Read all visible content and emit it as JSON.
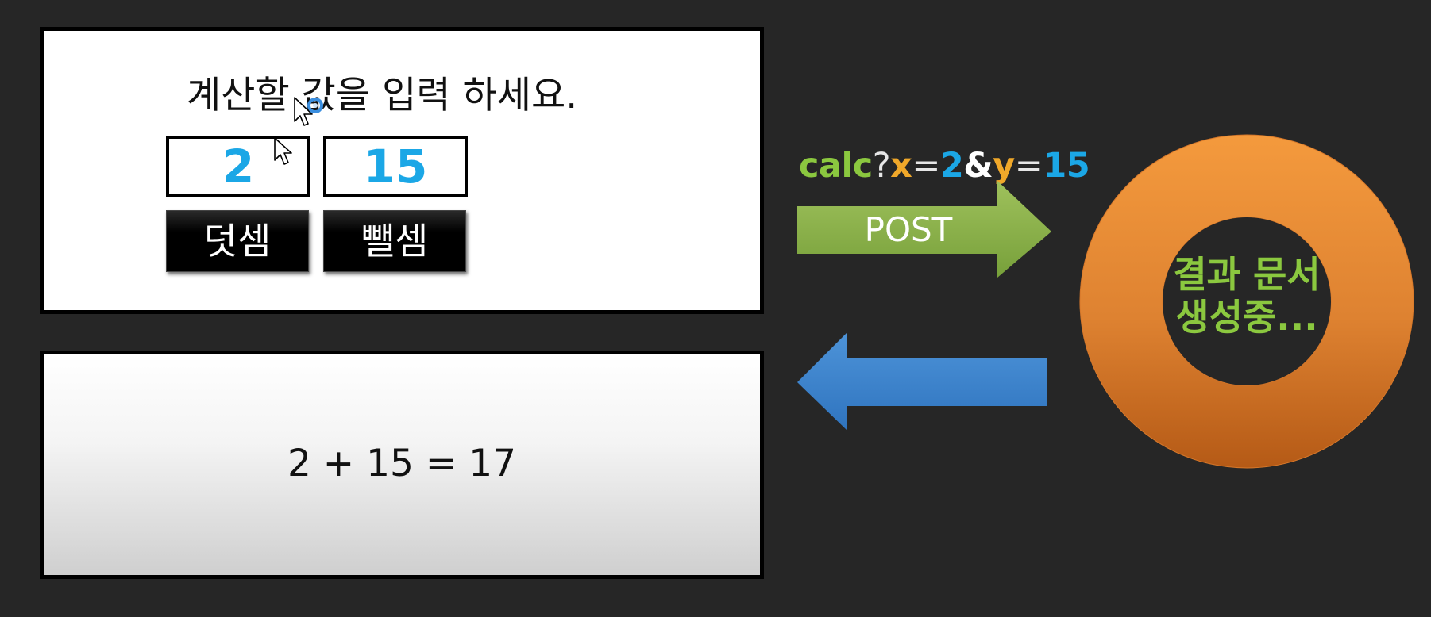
{
  "form": {
    "prompt": "계산할 값을 입력 하세요.",
    "x_value": "2",
    "y_value": "15",
    "add_label": "덧셈",
    "sub_label": "뺄셈"
  },
  "request": {
    "path": "calc",
    "q_mark": "?",
    "x_key": "x",
    "eq1": "=",
    "x_val": "2",
    "amp": "&",
    "y_key": "y",
    "eq2": "=",
    "y_val": "15",
    "method": "POST"
  },
  "server": {
    "line1": "결과 문서",
    "line2": "생성중..."
  },
  "result": {
    "text": "2 + 15 = 17"
  },
  "colors": {
    "background": "#262626",
    "field_text": "#1ba7e6",
    "url_path": "#8bc83f",
    "url_key": "#f0a82a",
    "post_arrow": "#8bb04a",
    "response_arrow": "#3f86cc",
    "donut": "#e88b2e",
    "donut_label": "#8bc83f"
  },
  "icons": [
    "mouse-pointer-icon",
    "busy-cursor-icon"
  ]
}
